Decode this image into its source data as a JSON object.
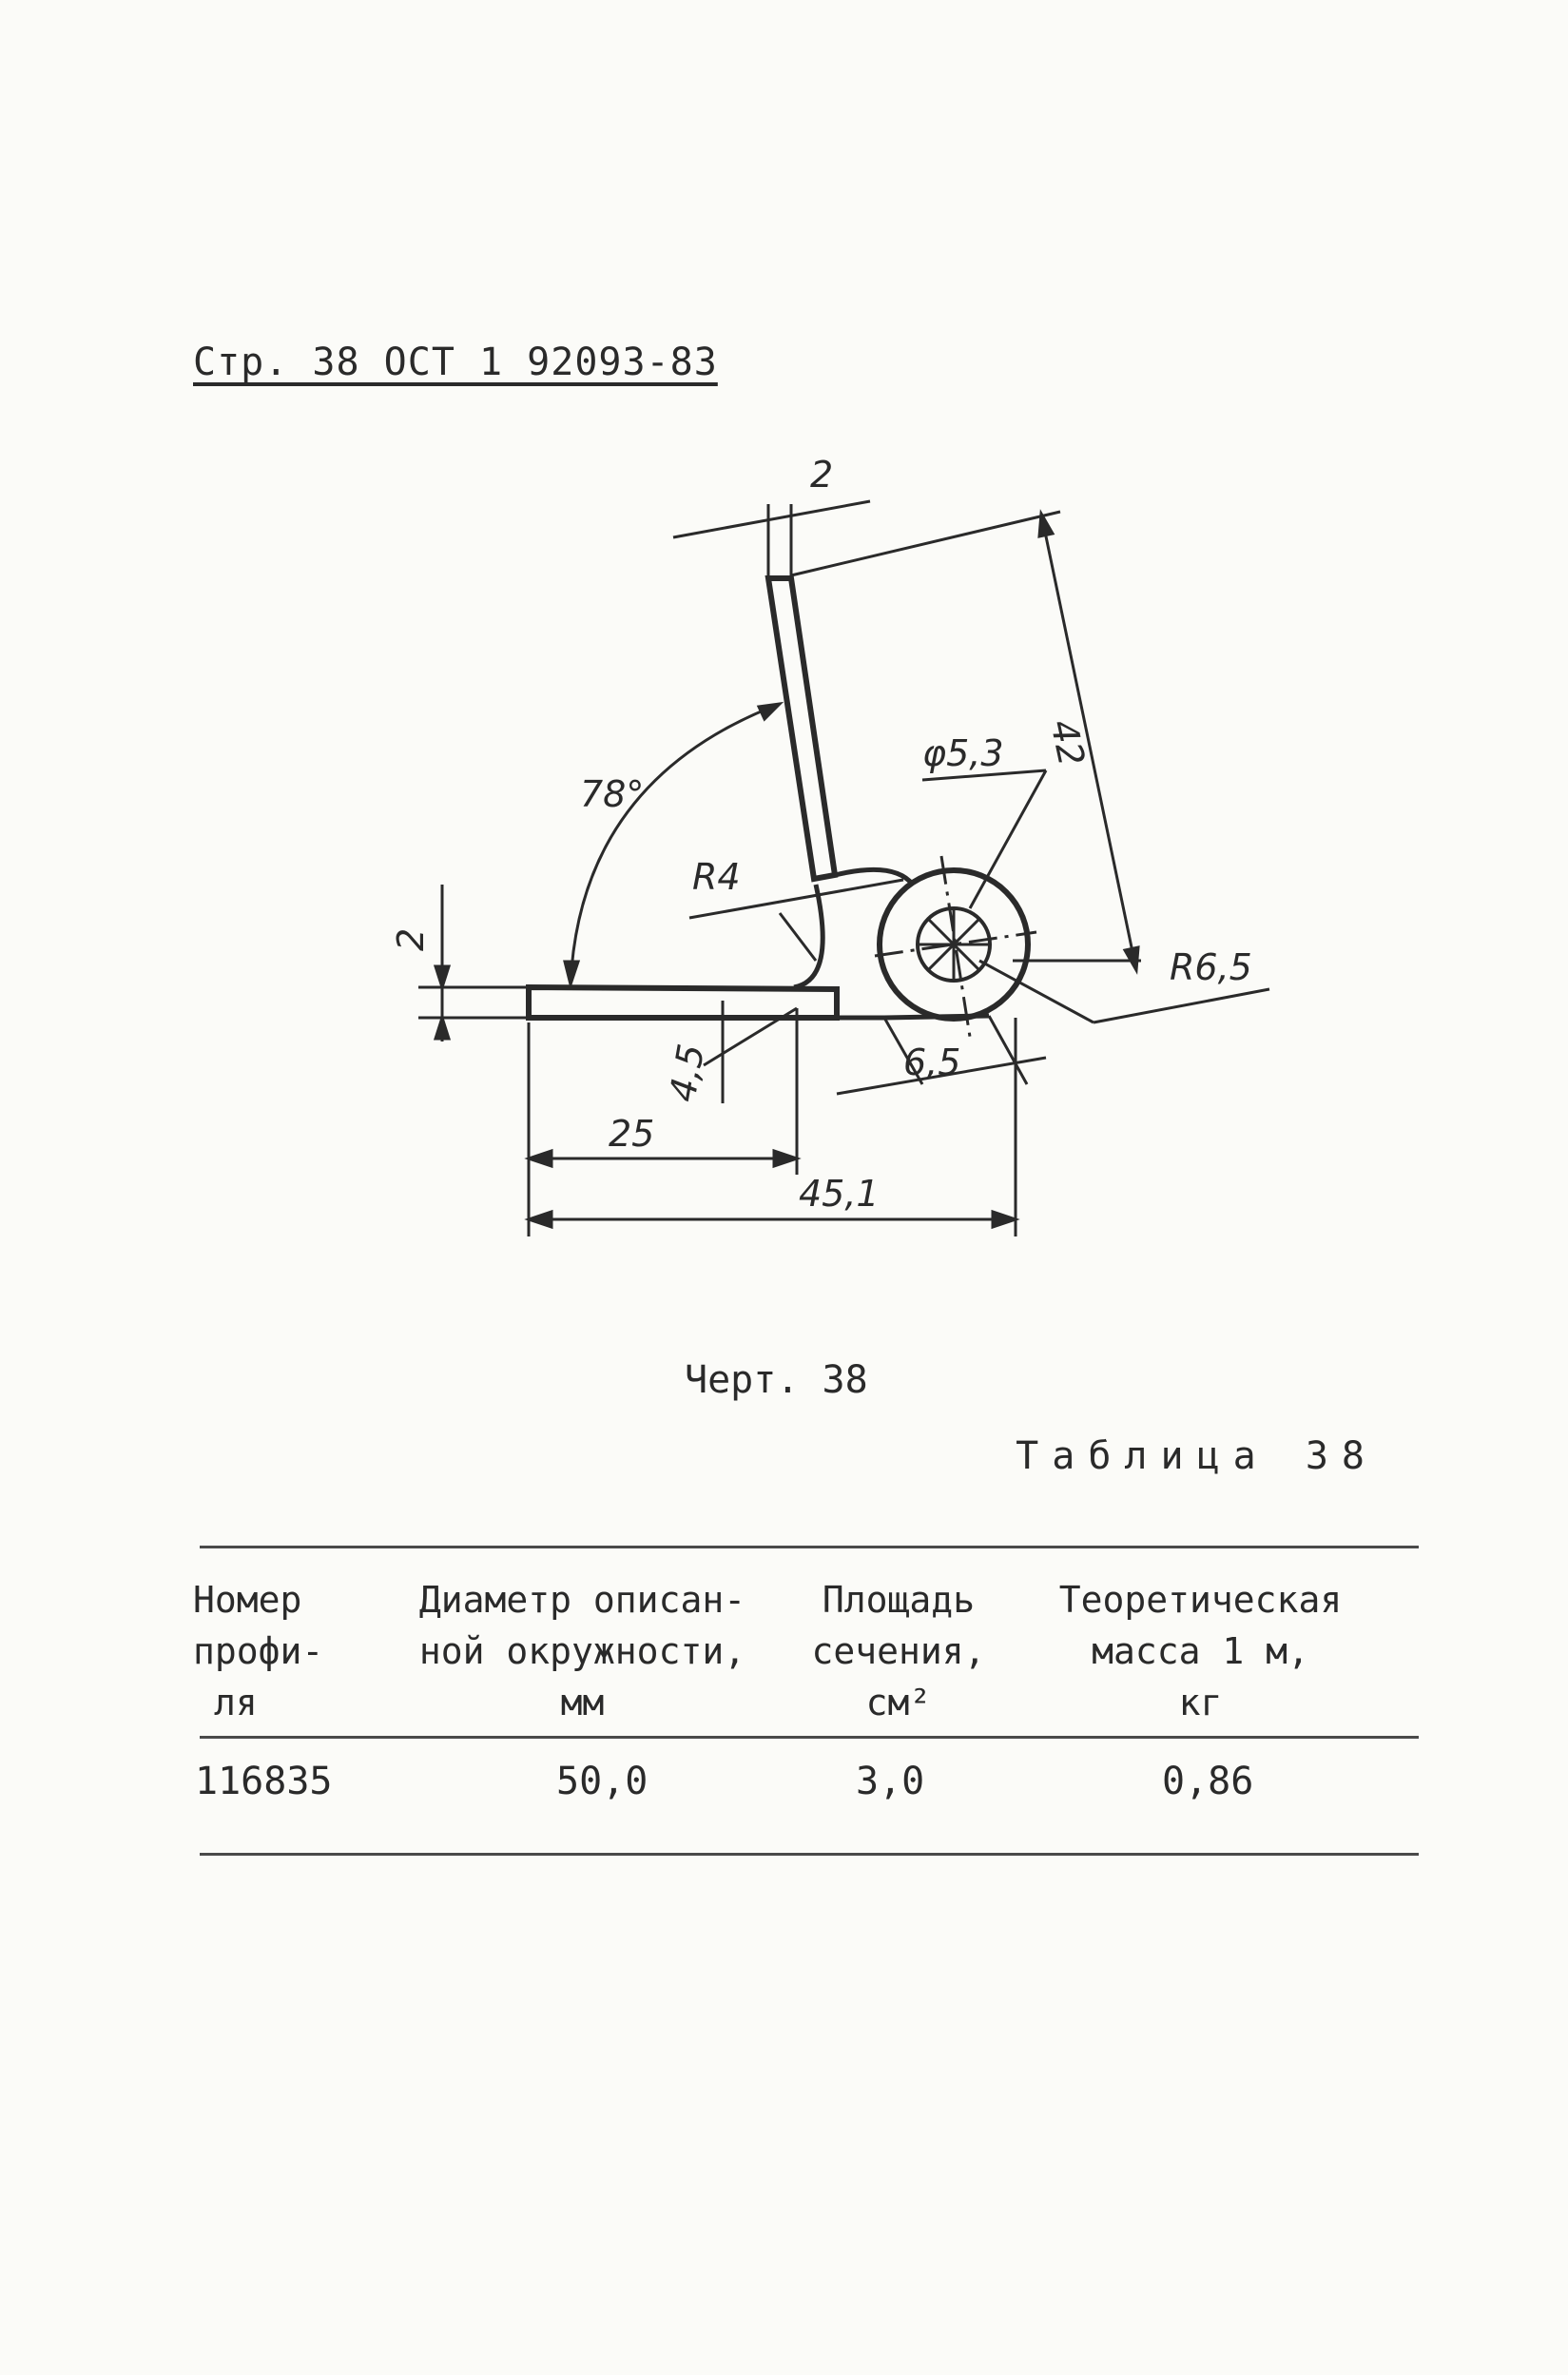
{
  "header": {
    "text": "Стр. 38 ОСТ 1 92093-83"
  },
  "drawing": {
    "dim_2_top": "2",
    "dim_42": "42",
    "dim_78deg": "78°",
    "dim_phi53": "φ5,3",
    "dim_R4": "R4",
    "dim_2_left": "2",
    "dim_R65": "R6,5",
    "dim_65": "6,5",
    "dim_45": "4,5",
    "dim_25": "25",
    "dim_451": "45,1"
  },
  "caption": "Черт. 38",
  "table_title": "Таблица 38",
  "table": {
    "headers": [
      [
        "Номер",
        "профи-",
        "ля"
      ],
      [
        "Диаметр описан-",
        "ной окружности,",
        "мм"
      ],
      [
        "Площадь",
        "сечения,",
        "см²"
      ],
      [
        "Теоретическая",
        "масса 1 м,",
        "кг"
      ]
    ],
    "rows": [
      [
        "116835",
        "50,0",
        "3,0",
        "0,86"
      ]
    ]
  }
}
